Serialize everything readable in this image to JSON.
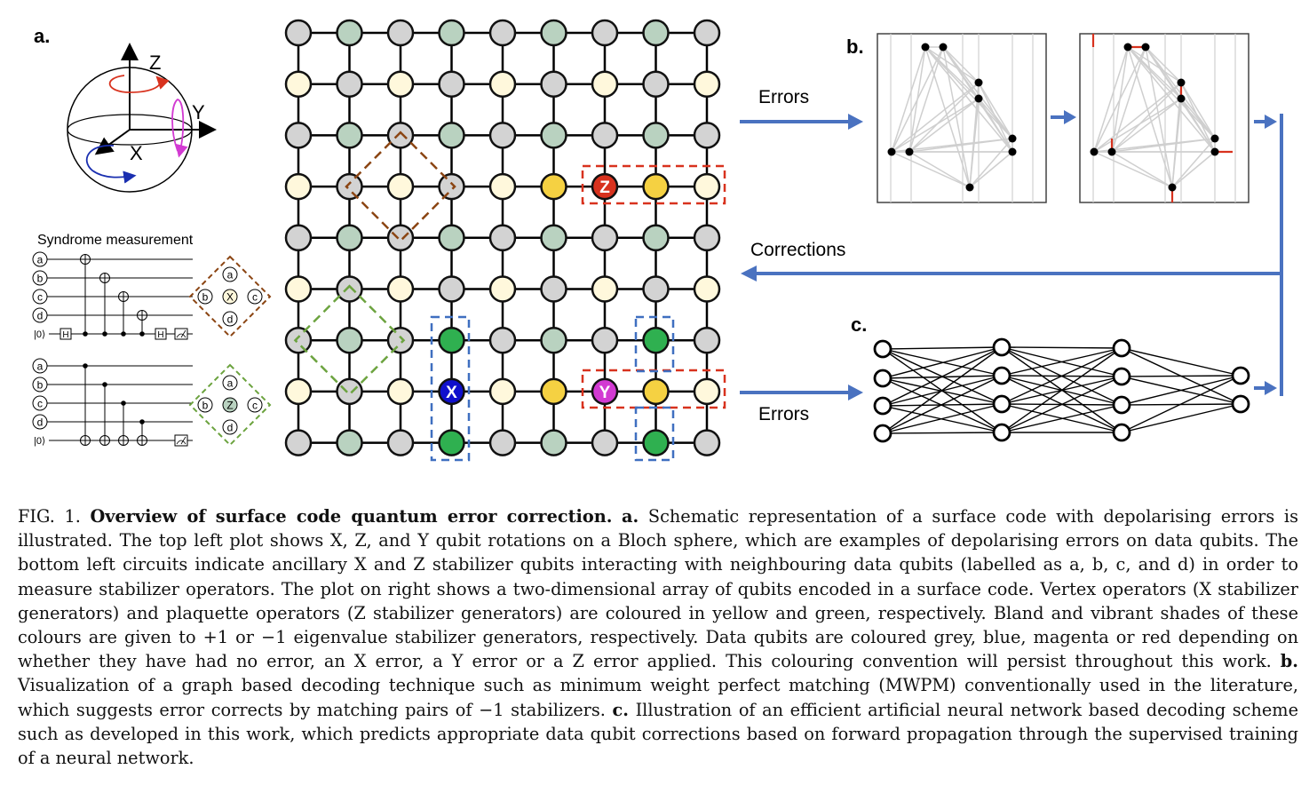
{
  "panel_labels": {
    "a": "a.",
    "b": "b.",
    "c": "c."
  },
  "bloch": {
    "z": "Z",
    "y": "Y",
    "x": "X"
  },
  "syndrome_title": "Syndrome measurement",
  "qubit_labels": [
    "a",
    "b",
    "c",
    "d"
  ],
  "ancilla_label": "|0⟩",
  "gate_h": "H",
  "stabilizer_x_center": "X",
  "stabilizer_z_center": "Z",
  "errors": {
    "x": "X",
    "y": "Y",
    "z": "Z"
  },
  "arrows": {
    "errors_top": "Errors",
    "errors_bottom": "Errors",
    "corrections": "Corrections"
  },
  "colors": {
    "data_grey": "#d3d3d3",
    "vertex_bland": "#fff8dc",
    "vertex_vibrant": "#f5d142",
    "plaquette_bland": "#b9d2c0",
    "plaquette_vibrant": "#2fb050",
    "x_error": "#1010cc",
    "y_error": "#d23ad2",
    "z_error": "#d8321e",
    "arrow_blue": "#4a72c0"
  },
  "caption": {
    "fig_label": "FIG. 1.",
    "title": "Overview of surface code quantum error correction.",
    "a_label": "a.",
    "a_text": "Schematic representation of a surface code with depolarising errors is illustrated. The top left plot shows X, Z, and Y qubit rotations on a Bloch sphere, which are examples of depolarising errors on data qubits. The bottom left circuits indicate ancillary X and Z stabilizer qubits interacting with neighbouring data qubits (labelled as a, b, c, and d) in order to measure stabilizer operators. The plot on right shows a two-dimensional array of qubits encoded in a surface code. Vertex operators (X stabilizer generators) and plaquette operators (Z stabilizer generators) are coloured in yellow and green, respectively. Bland and vibrant shades of these colours are given to +1 or −1 eigenvalue stabilizer generators, respectively. Data qubits are coloured grey, blue, magenta or red depending on whether they have had no error, an X error, a Y error or a Z error applied. This colouring convention will persist throughout this work.",
    "b_label": "b.",
    "b_text": "Visualization of a graph based decoding technique such as minimum weight perfect matching (MWPM) conventionally used in the literature, which suggests error corrects by matching pairs of −1 stabilizers.",
    "c_label": "c.",
    "c_text": "Illustration of an efficient artificial neural network based decoding scheme such as developed in this work, which predicts appropriate data qubit corrections based on forward propagation through the supervised training of a neural network."
  }
}
